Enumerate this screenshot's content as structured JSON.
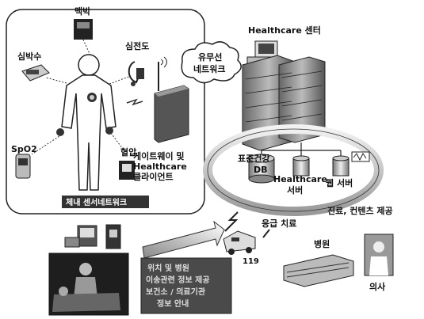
{
  "labels": {
    "pulse": "맥박",
    "heart_rate": "심박수",
    "ecg": "심전도",
    "spo2": "SpO2",
    "blood_pressure": "혈압",
    "body_sensor_network": "체내 센서네트워크",
    "network_line1": "유무선",
    "network_line2": "네트워크",
    "center": "Healthcare 센터",
    "gateway_line1": "게이트웨이 및",
    "gateway_line2": "Healthcare",
    "gateway_line3": "클라이언트",
    "db_line1": "표준건강",
    "db_line2": "DB",
    "hc_server_line1": "Healthcare",
    "hc_server_line2": "서버",
    "web_server": "웹 서버",
    "care_content": "진료, 컨텐츠 제공",
    "emergency": "응급 치료",
    "ambulance_number": "119",
    "hospital": "병원",
    "doctor": "의사",
    "notice_line1": "위치 및 병원",
    "notice_line2": "이송관련 정보 제공",
    "notice_line3": "보건소 / 의료기관",
    "notice_line4": "정보 안내"
  }
}
